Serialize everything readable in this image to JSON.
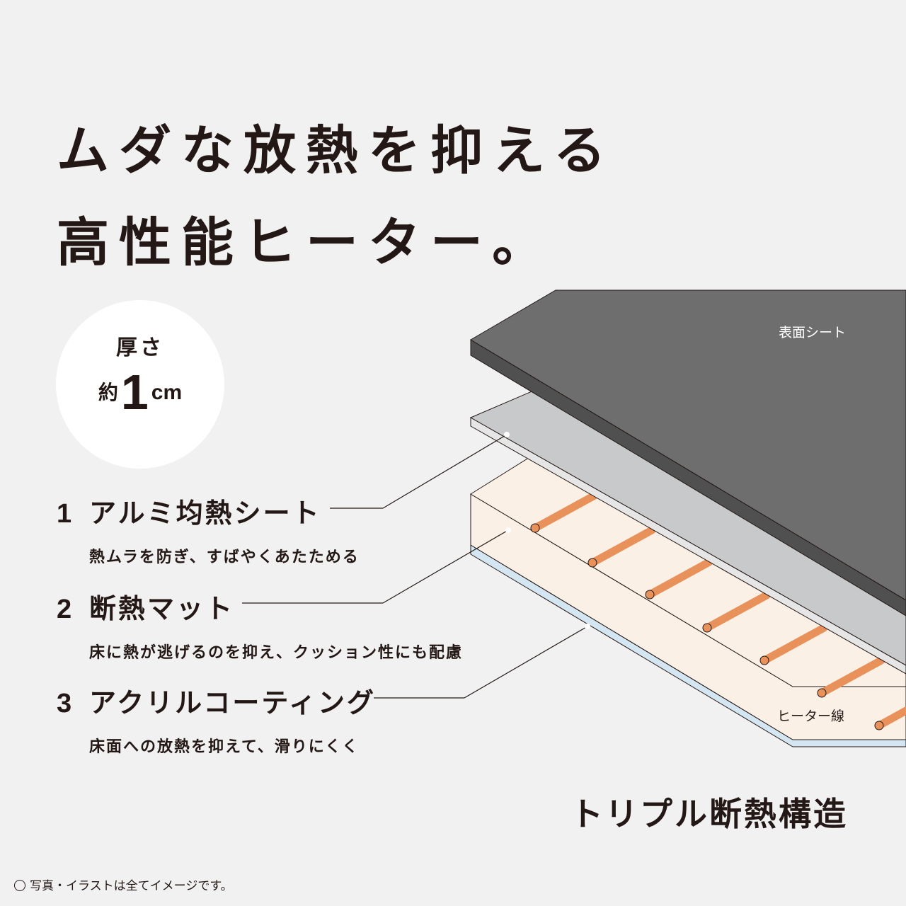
{
  "headline": {
    "line1": "ムダな放熱を抑える",
    "line2": "高性能ヒーター。"
  },
  "badge": {
    "top": "厚さ",
    "prefix": "約",
    "value": "1",
    "unit": "cm"
  },
  "features": [
    {
      "num": "1",
      "title": "アルミ均熱シート",
      "desc": "熱ムラを防ぎ、すばやくあたためる"
    },
    {
      "num": "2",
      "title": "断熱マット",
      "desc": "床に熱が逃げるのを抑え、クッション性にも配慮"
    },
    {
      "num": "3",
      "title": "アクリルコーティング",
      "desc": "床面への放熱を抑えて、滑りにくく"
    }
  ],
  "diagram_labels": {
    "surface_sheet": "表面シート",
    "heater_wire": "ヒーター線"
  },
  "structure_label": "トリプル断熱構造",
  "note": "写真・イラストは全てイメージです。",
  "colors": {
    "background": "#f1f1f1",
    "surface_sheet": "#6e6e6e",
    "aluminum_sheet": "#c8c9ca",
    "insulation_mat": "#fbf0e6",
    "acrylic_coating": "#d4e6f2",
    "heater_wire": "#e8915a",
    "text": "#231815"
  }
}
